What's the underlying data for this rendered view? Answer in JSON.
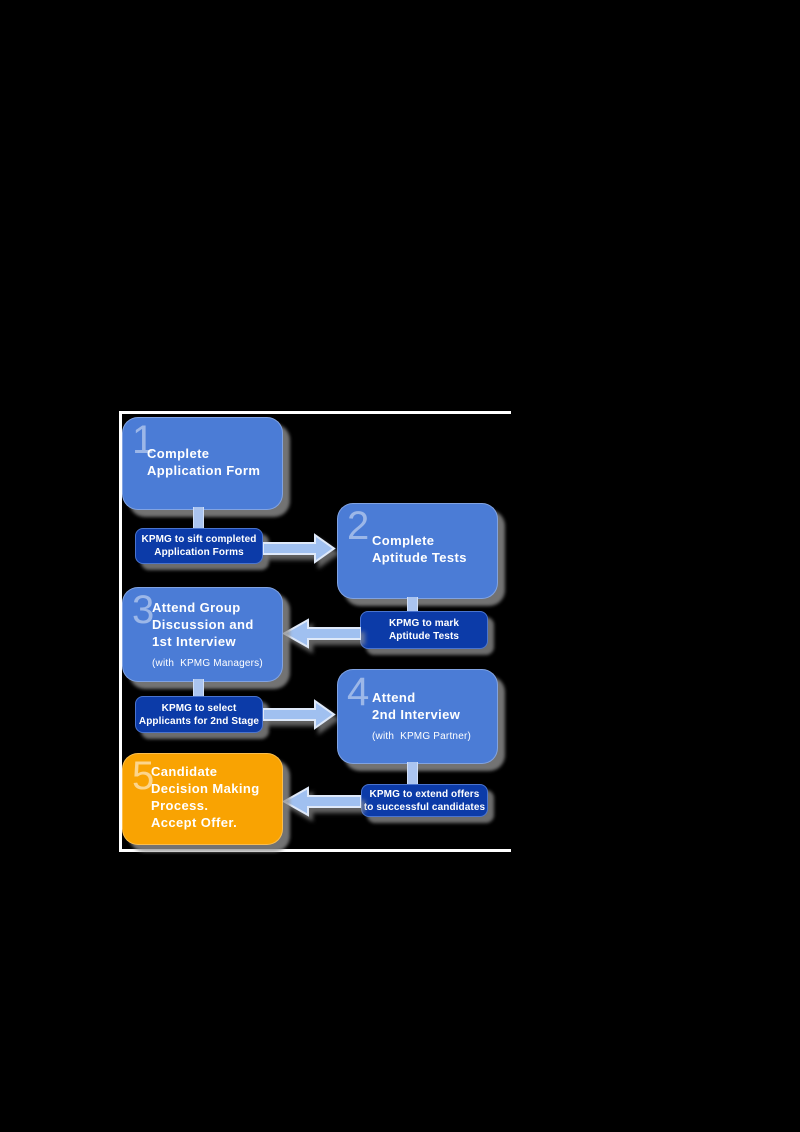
{
  "page": {
    "background": "#000000"
  },
  "colors": {
    "page_bg": "#000000",
    "frame_white": "#ffffff",
    "step_blue": "#4b7cd6",
    "gate_blue": "#0c3ba8",
    "accent_orange": "#f9a302",
    "arrow_fill": "#a0c0f0",
    "arrow_outline": "#dfe9f9",
    "stem_blue": "#aac4f0",
    "shadow_gray": "#949494",
    "text_white": "#ffffff"
  },
  "steps": [
    {
      "number": "1",
      "lines": [
        "Complete",
        "Application Form"
      ]
    },
    {
      "number": "2",
      "lines": [
        "Complete",
        "Aptitude Tests"
      ]
    },
    {
      "number": "3",
      "lines": [
        "Attend Group",
        "Discussion and",
        "1st Interview"
      ],
      "subtitle": "(with  KPMG Managers)"
    },
    {
      "number": "4",
      "lines": [
        "Attend",
        "2nd Interview"
      ],
      "subtitle": "(with  KPMG Partner)"
    },
    {
      "number": "5",
      "lines": [
        "Candidate",
        "Decision Making",
        "Process.",
        "Accept Offer."
      ]
    }
  ],
  "gates": [
    {
      "lines": [
        "KPMG to sift completed",
        "Application Forms"
      ]
    },
    {
      "lines": [
        "KPMG to mark",
        "Aptitude Tests"
      ]
    },
    {
      "lines": [
        "KPMG to select",
        "Applicants for 2nd Stage"
      ]
    },
    {
      "lines": [
        "KPMG to extend offers",
        "to successful candidates"
      ]
    }
  ],
  "arrows": [
    {
      "direction": "right"
    },
    {
      "direction": "left"
    },
    {
      "direction": "right"
    },
    {
      "direction": "left"
    }
  ]
}
